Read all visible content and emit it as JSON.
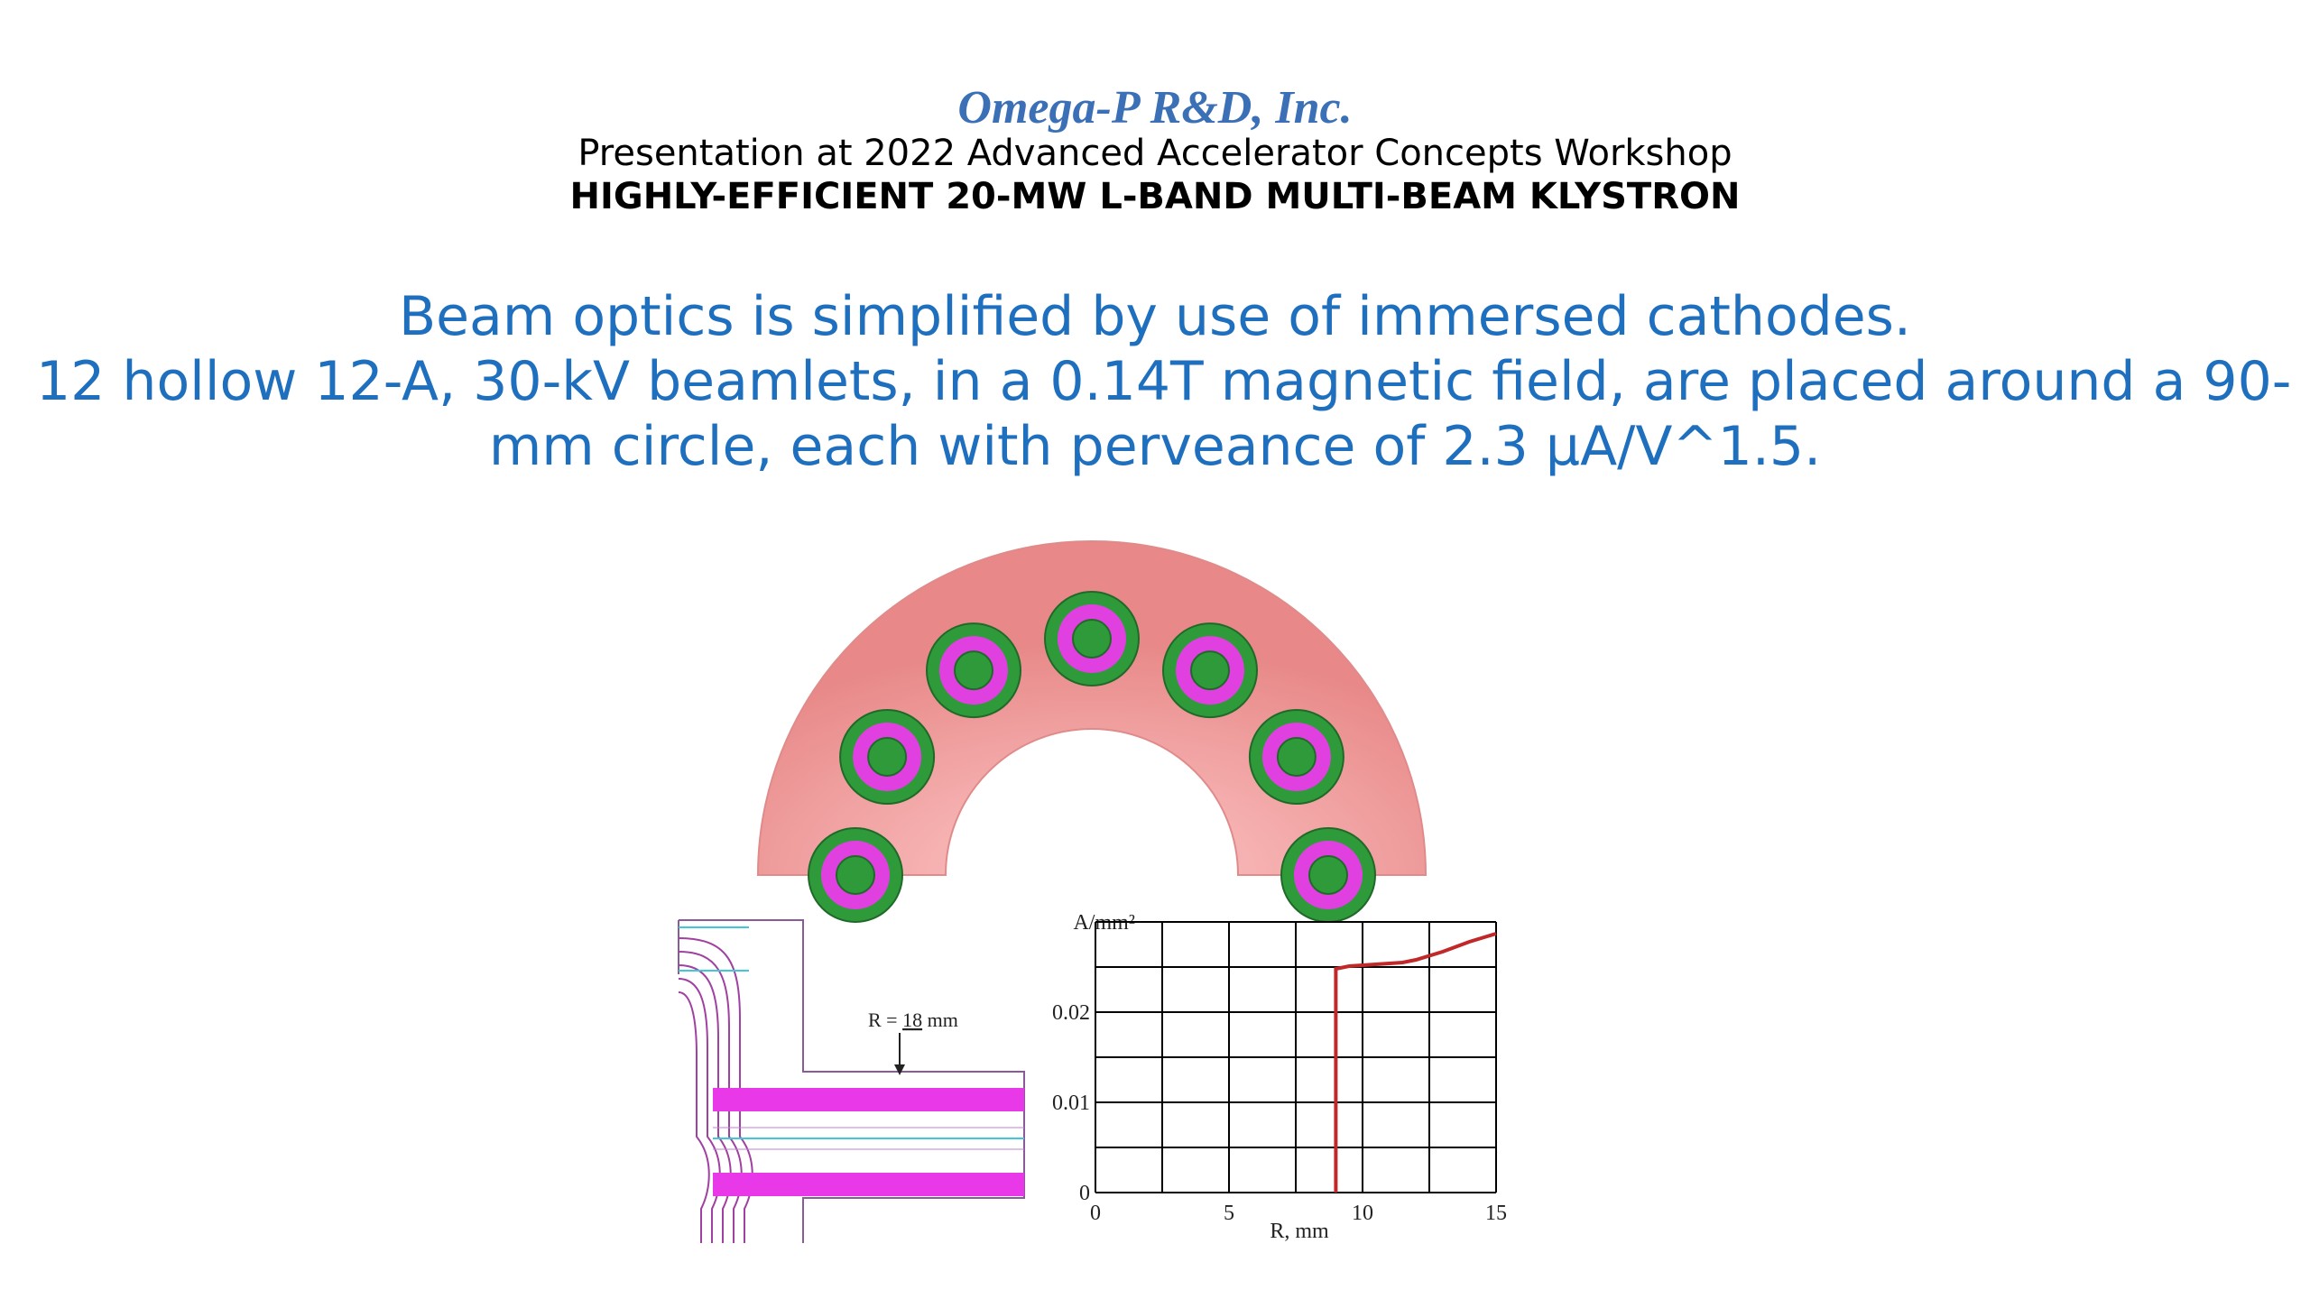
{
  "header": {
    "company": "Omega-P R&D, Inc.",
    "subtitle": "Presentation at 2022 Advanced Accelerator Concepts Workshop",
    "title": "HIGHLY-EFFICIENT 20-MW L-BAND MULTI-BEAM KLYSTRON"
  },
  "body": {
    "line1": "Beam optics is simplified by use of immersed cathodes.",
    "line2": "12 hollow 12-A, 30-kV beamlets, in a 0.14T magnetic field, are placed around a 90-",
    "line3": "mm circle, each with perveance of 2.3 μA/V^1.5."
  },
  "colors": {
    "accent_blue": "#1f6fbf",
    "company_blue": "#3b6fb6",
    "ring_pink": "#f0a0a0",
    "beam_green": "#2f9a3a",
    "beam_magenta": "#e040e0",
    "curve_red": "#c0282a"
  },
  "cathode_figure": {
    "radius_label_prefix": "R = ",
    "radius_value": "18",
    "radius_unit": " mm"
  },
  "chart_data": {
    "type": "line",
    "ylabel": "A/mm²",
    "xlabel": "R, mm",
    "x_ticks": [
      "0",
      "5",
      "10",
      "15"
    ],
    "y_ticks": [
      "0",
      "0.01",
      "0.02"
    ],
    "xlim": [
      0,
      15
    ],
    "ylim": [
      0,
      0.03
    ],
    "grid": true,
    "series": [
      {
        "x": [
          9.0,
          9.0,
          9.0,
          9.5,
          10.5,
          11.5,
          12.0,
          13.0,
          14.0,
          15.0
        ],
        "y": [
          0,
          0.012,
          0.0248,
          0.0251,
          0.0253,
          0.0255,
          0.0258,
          0.0267,
          0.0278,
          0.0287
        ]
      }
    ]
  }
}
